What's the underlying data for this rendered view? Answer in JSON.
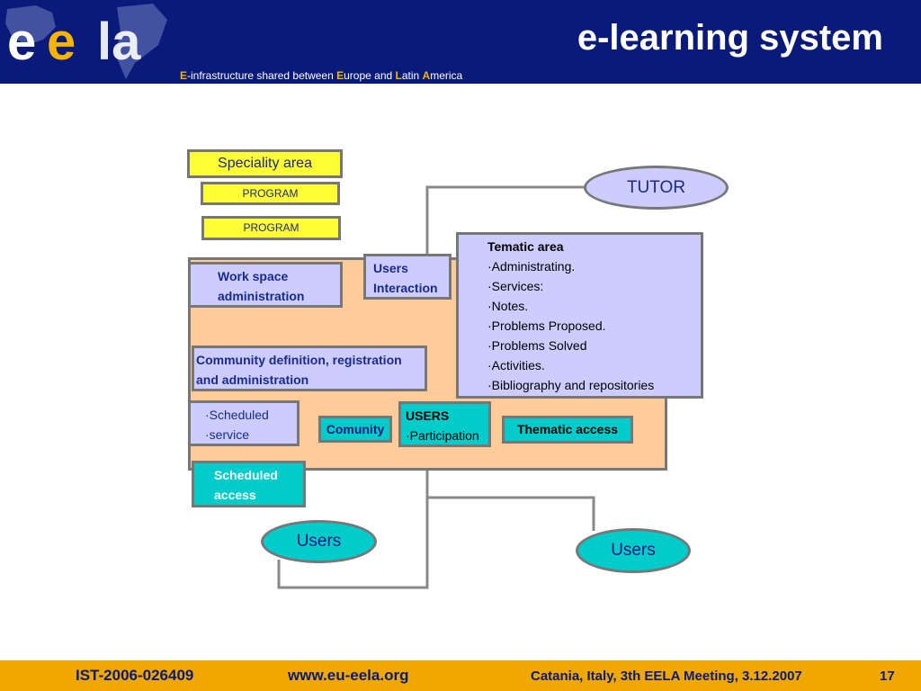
{
  "header": {
    "title": "e-learning system",
    "tagline": [
      {
        "text": "E",
        "hl": true
      },
      {
        "text": "-infrastructure shared between ",
        "hl": false
      },
      {
        "text": "E",
        "hl": true
      },
      {
        "text": "urope and ",
        "hl": false
      },
      {
        "text": "L",
        "hl": true
      },
      {
        "text": "atin ",
        "hl": false
      },
      {
        "text": "A",
        "hl": true
      },
      {
        "text": "merica",
        "hl": false
      }
    ]
  },
  "diagram": {
    "speciality": "Speciality area",
    "program1": "PROGRAM",
    "program2": "PROGRAM",
    "tutor": "TUTOR",
    "workspace": [
      "Work space",
      "administration"
    ],
    "users_interaction": [
      "Users",
      "Interaction"
    ],
    "tematic": {
      "title": "Tematic area",
      "items": [
        "Administrating.",
        "Services:",
        "Notes.",
        "Problems Proposed.",
        "Problems Solved",
        "Activities.",
        "Bibliography and repositories"
      ]
    },
    "community": [
      "Community definition, registration",
      "and administration"
    ],
    "scheduled_service": [
      "Scheduled",
      "service"
    ],
    "comunity": "Comunity",
    "users_box": {
      "title": "USERS",
      "item": "Participation"
    },
    "thematic_access": "Thematic access",
    "scheduled_access": [
      "Scheduled",
      "access"
    ],
    "users_left": "Users",
    "users_right": "Users"
  },
  "footer": {
    "project": "IST-2006-026409",
    "url": "www.eu-eela.org",
    "event": "Catania, Italy, 3th EELA Meeting, 3.12.2007",
    "page": "17"
  }
}
